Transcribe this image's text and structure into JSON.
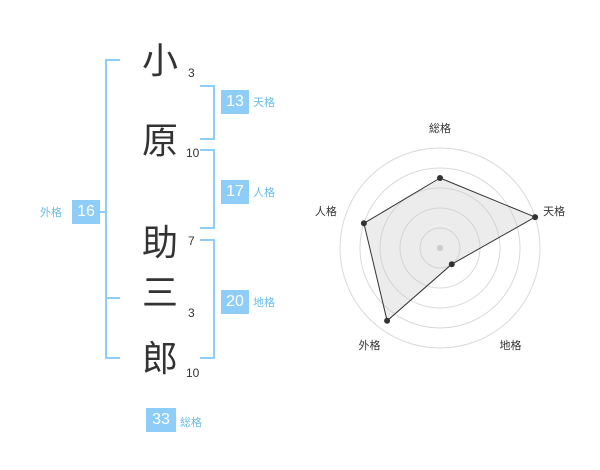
{
  "name": {
    "chars": [
      {
        "char": "小",
        "strokes": "3"
      },
      {
        "char": "原",
        "strokes": "10"
      },
      {
        "char": "助",
        "strokes": "7"
      },
      {
        "char": "三",
        "strokes": "3"
      },
      {
        "char": "郎",
        "strokes": "10"
      }
    ]
  },
  "fortunes": {
    "tenkaku": {
      "value": "13",
      "label": "天格"
    },
    "jinkaku": {
      "value": "17",
      "label": "人格"
    },
    "chikaku": {
      "value": "20",
      "label": "地格"
    },
    "gaikaku": {
      "value": "16",
      "label": "外格"
    },
    "soukaku": {
      "value": "33",
      "label": "総格"
    }
  },
  "colors": {
    "accent": "#8ecdf8",
    "bracket": "#8ecdf8",
    "label": "#6bbde5"
  },
  "chart_data": {
    "type": "radar",
    "axes": [
      "総格",
      "天格",
      "地格",
      "外格",
      "人格"
    ],
    "values": [
      3.5,
      5,
      1,
      4.5,
      4
    ],
    "rmax": 5,
    "rings": 5
  }
}
